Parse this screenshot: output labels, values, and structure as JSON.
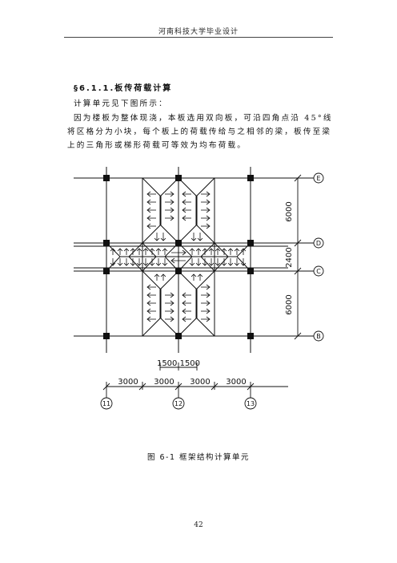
{
  "header": {
    "title": "河南科技大学毕业设计"
  },
  "section": {
    "title": "§6.1.1.板传荷载计算"
  },
  "paragraphs": [
    "计算单元见下图所示：",
    "因为楼板为整体现浇，本板选用双向板，可沿四角点沿 45°线将区格分为小块，每个板上的荷载传给与之相邻的梁，板传至梁上的三角形或梯形荷载可等效为均布荷载。"
  ],
  "figure": {
    "axis_labels_right": [
      "E",
      "D",
      "C",
      "B"
    ],
    "axis_labels_bottom": [
      "11",
      "12",
      "13"
    ],
    "dims_vertical": [
      "6000",
      "2400",
      "6000"
    ],
    "dims_horizontal": [
      "3000",
      "3000",
      "3000",
      "3000"
    ],
    "dim_top": "1500 1500"
  },
  "caption": "图 6-1 框架结构计算单元",
  "page_number": "42"
}
